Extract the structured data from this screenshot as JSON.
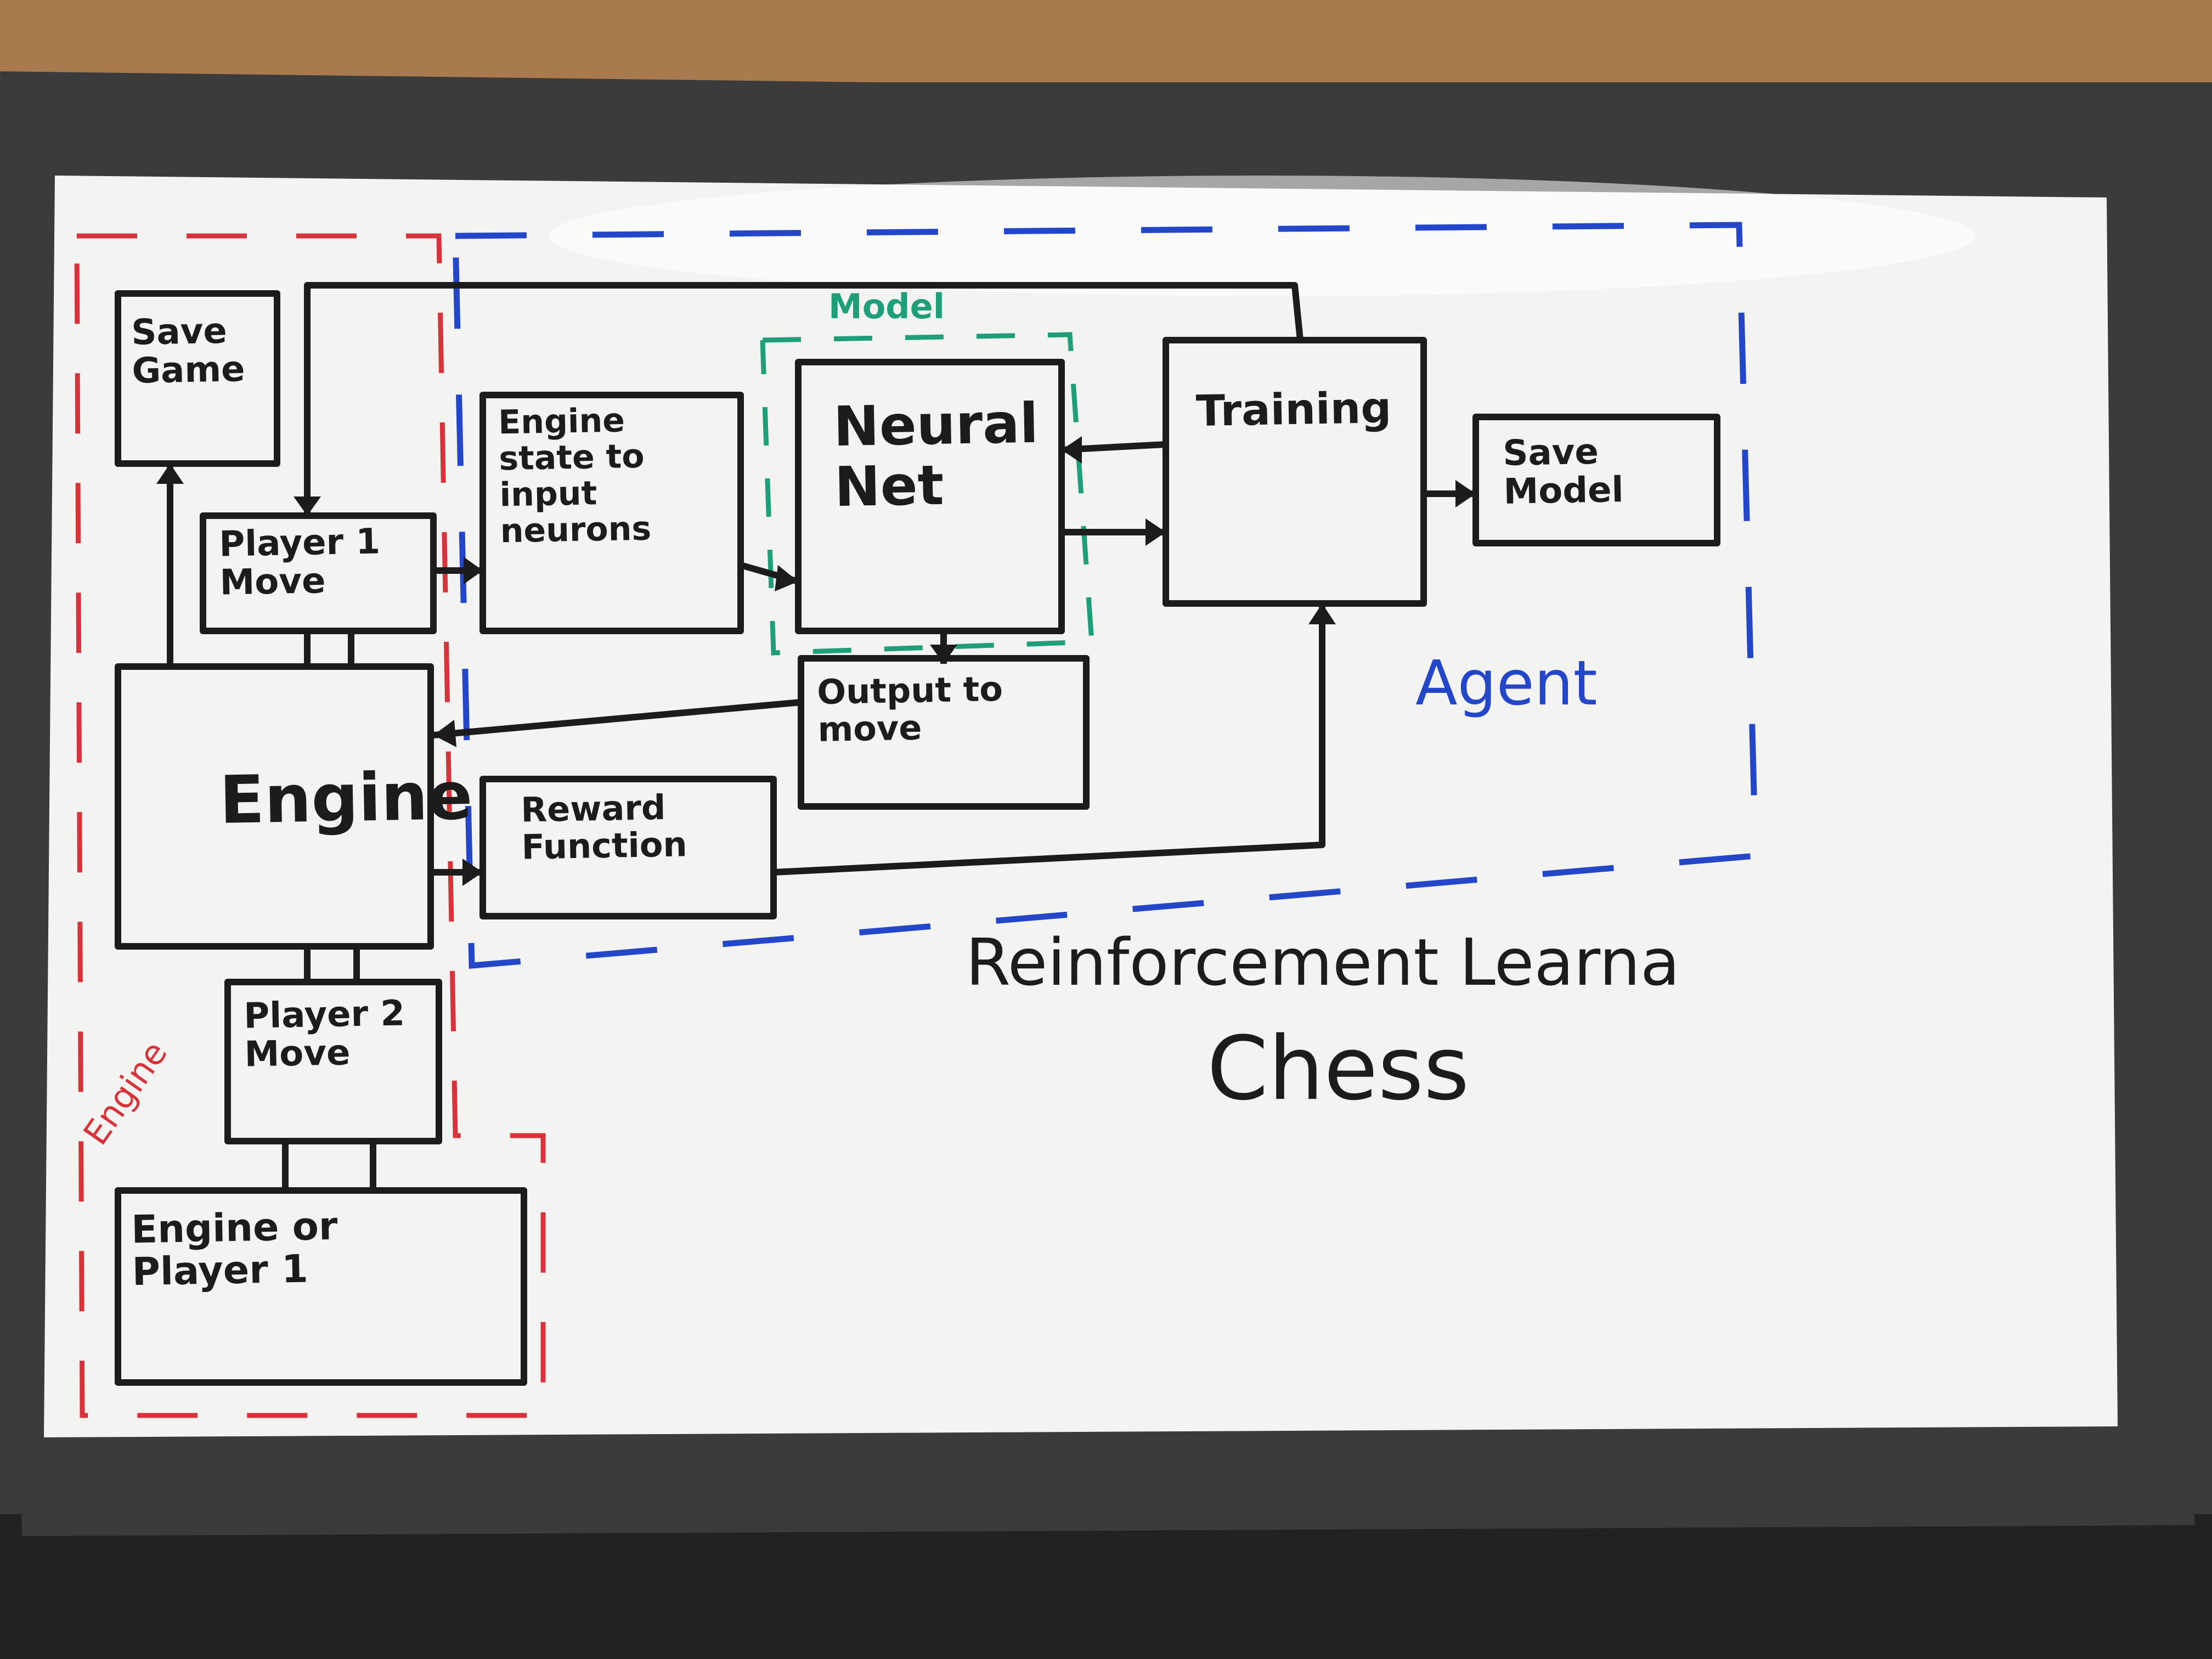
{
  "title": {
    "line1": "Reinforcement Learna",
    "line2": "Chess"
  },
  "regions": {
    "engine": {
      "label": "Engine",
      "color": "#d6343a"
    },
    "agent": {
      "label": "Agent",
      "color": "#2447c9"
    },
    "model": {
      "label": "Model",
      "color": "#1f9e7a"
    }
  },
  "boxes": {
    "save_game": "Save\nGame",
    "player1_move": "Player 1\nMove",
    "engine": "Engine",
    "player2_move": "Player 2\nMove",
    "engine_or_player1": "Engine or\nPlayer 1",
    "engine_state_to_input": "Engine\nstate to\ninput\nneurons",
    "neural_net": "Neural\nNet",
    "training": "Training",
    "save_model": "Save\nModel",
    "output_to_move": "Output to\nmove",
    "reward_function": "Reward\nFunction"
  },
  "colors": {
    "ink": "#1c1c1c",
    "board": "#f3f4f2",
    "frame": "#3b3b3b",
    "wall": "#a97a4e"
  }
}
